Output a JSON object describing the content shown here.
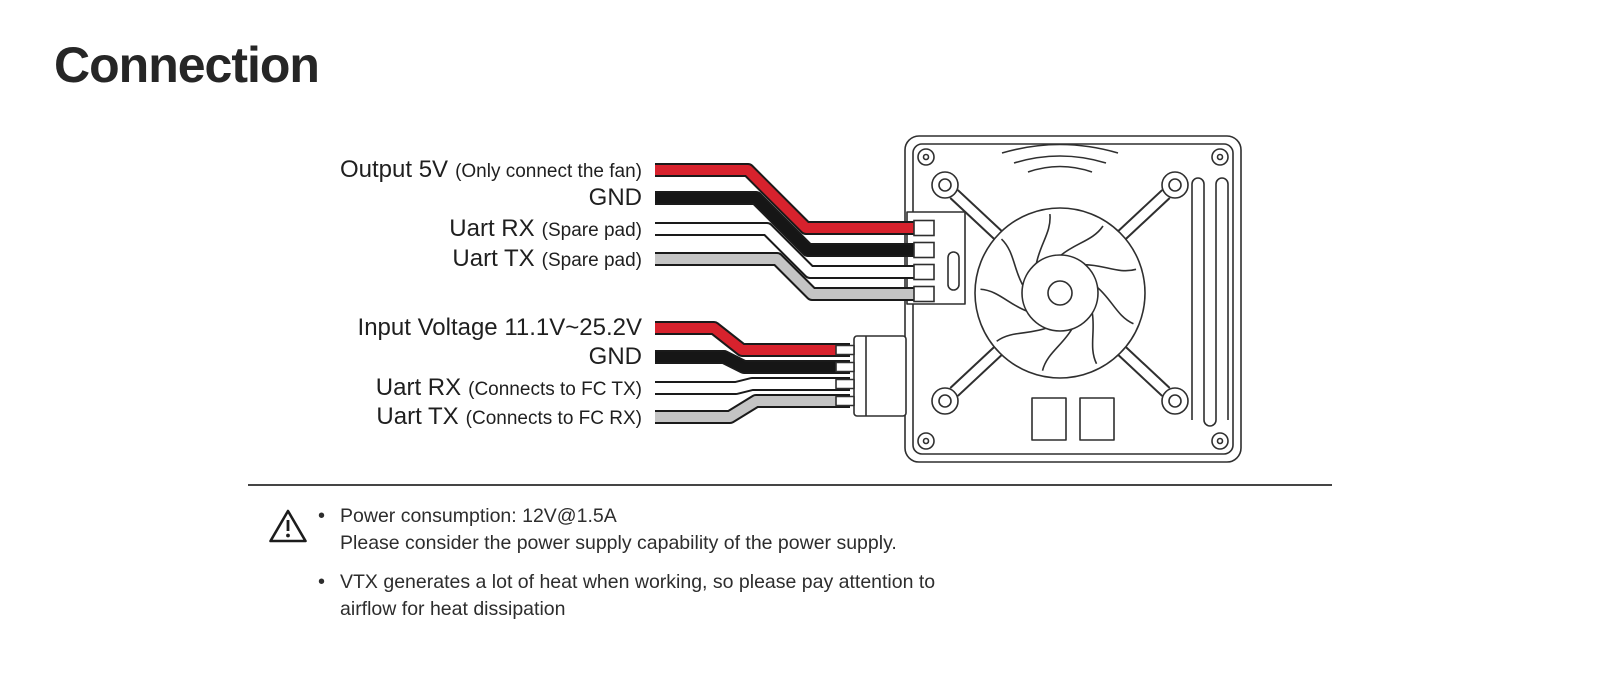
{
  "page": {
    "title": "Connection"
  },
  "diagram": {
    "device_drawing": "vtx-module-with-cooling-fan",
    "wire_outline_color": "#1a1a1a",
    "groups": [
      {
        "name": "fan-and-spare-pads",
        "wires": [
          {
            "main": "Output 5V",
            "note": "(Only connect the fan)",
            "color": "#d7222d"
          },
          {
            "main": "GND",
            "note": "",
            "color": "#161616"
          },
          {
            "main": "Uart RX",
            "note": "(Spare pad)",
            "color": "#ffffff"
          },
          {
            "main": "Uart TX",
            "note": "(Spare pad)",
            "color": "#c4c4c4"
          }
        ]
      },
      {
        "name": "power-and-fc-uart",
        "wires": [
          {
            "main": "Input Voltage 11.1V~25.2V",
            "note": "",
            "color": "#d7222d"
          },
          {
            "main": "GND",
            "note": "",
            "color": "#161616"
          },
          {
            "main": "Uart RX",
            "note": "(Connects to FC TX)",
            "color": "#ffffff"
          },
          {
            "main": "Uart TX",
            "note": "(Connects to FC RX)",
            "color": "#c4c4c4"
          }
        ]
      }
    ]
  },
  "notes": {
    "icon": "warning-triangle",
    "items": [
      {
        "line1": "Power consumption: 12V@1.5A",
        "line2": "Please consider the power supply capability of the power supply."
      },
      {
        "line1": "VTX generates a lot of heat when working, so please pay attention to",
        "line2": "airflow for heat dissipation"
      }
    ]
  }
}
